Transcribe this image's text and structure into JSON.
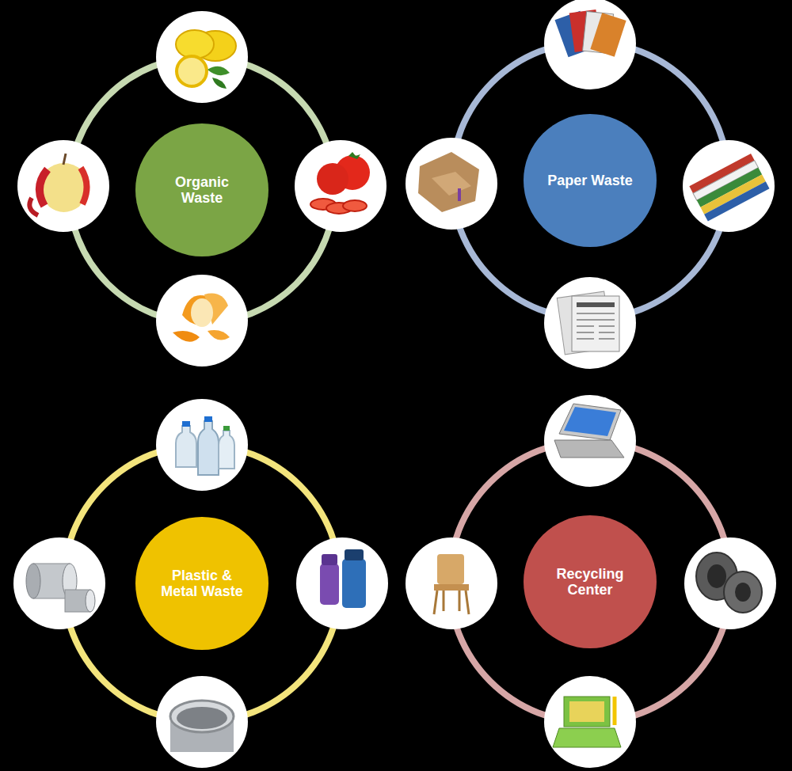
{
  "diagram": {
    "nodes": [
      {
        "text": [
          "Organic Waste"
        ]
      },
      {
        "text": [
          "Paper Waste"
        ]
      },
      {
        "text": [
          "Plastic & Metal Waste"
        ]
      },
      {
        "text": [
          "Recycling Center"
        ]
      }
    ]
  }
}
